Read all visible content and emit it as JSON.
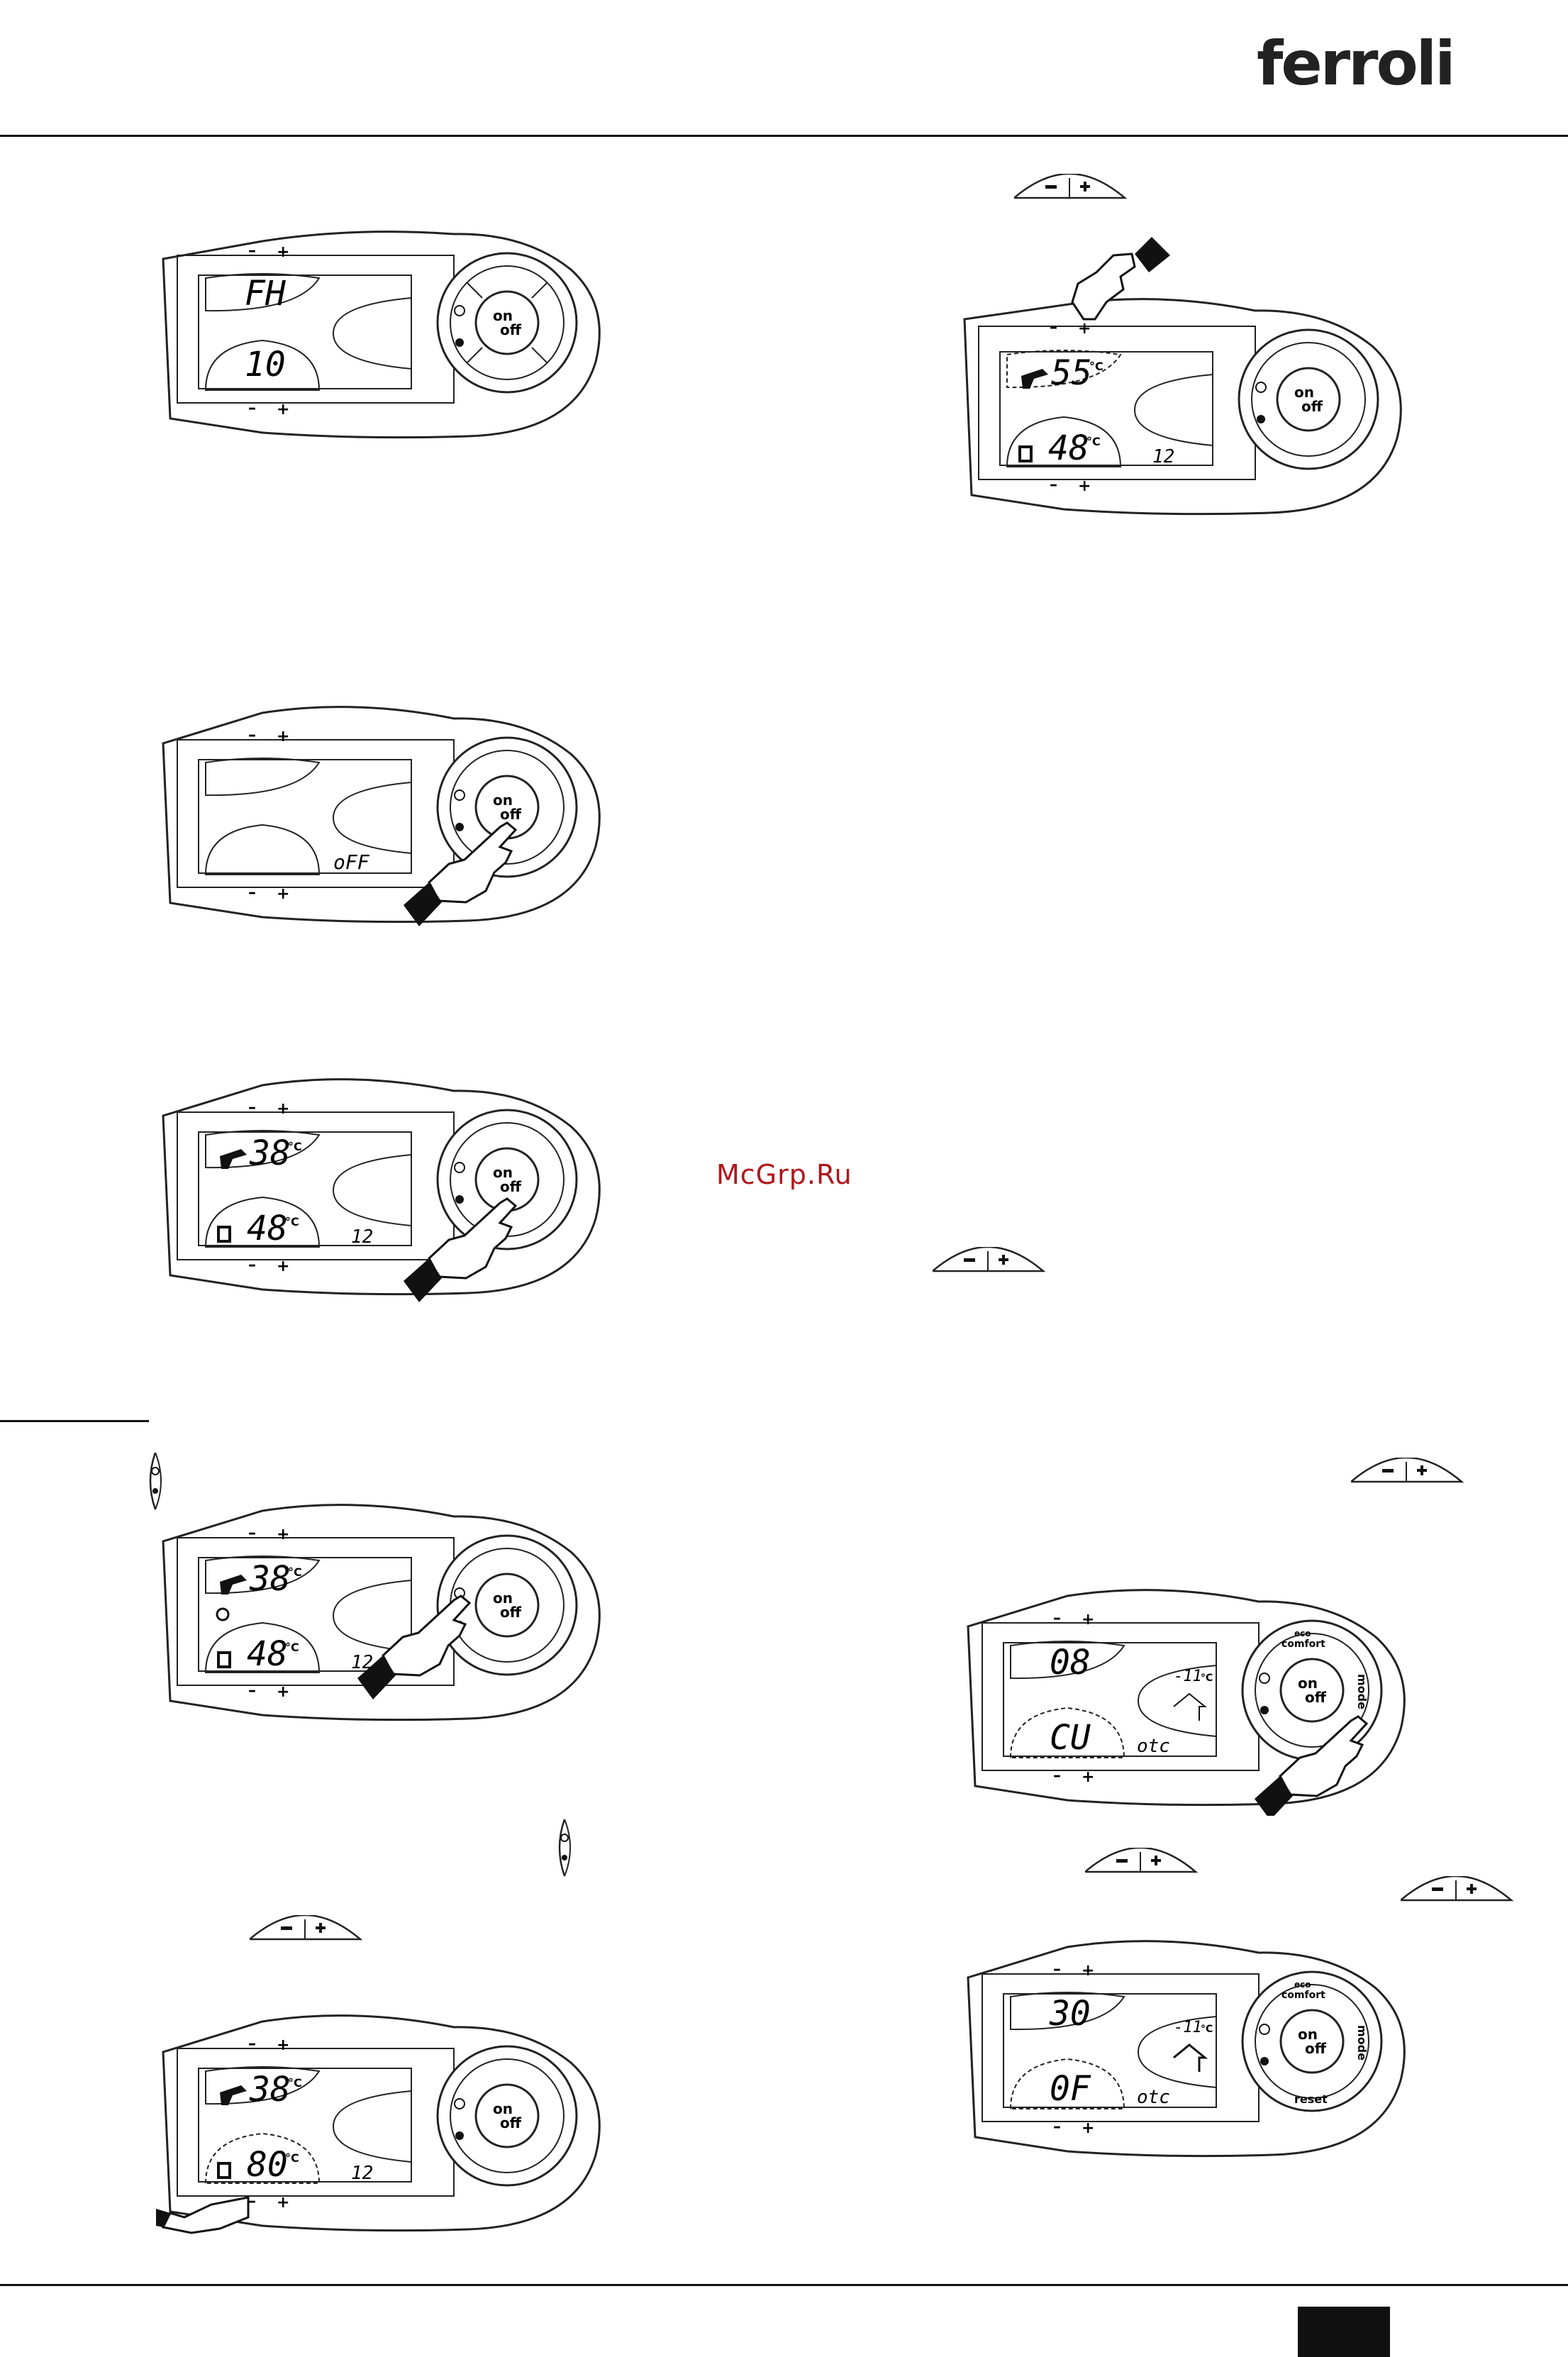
{
  "brand": "ferroli",
  "watermark": "McGrp.Ru",
  "keys": {
    "minus": "–",
    "plus": "+",
    "on": "on",
    "off": "off",
    "eco": "eco",
    "comfort": "comfort",
    "mode": "mode",
    "reset": "reset"
  },
  "units": {
    "celsius": "°C"
  },
  "panels": {
    "p1": {
      "top": "FH",
      "bottom": "10",
      "right": ""
    },
    "p2": {
      "top": "",
      "bottom": "",
      "right": "oFF"
    },
    "p3": {
      "top": "38",
      "bottom": "48",
      "right": "12"
    },
    "p4": {
      "top": "38",
      "bottom": "48",
      "right": "12"
    },
    "p5": {
      "top": "38",
      "bottom": "80",
      "right": "12"
    },
    "p6": {
      "top": "55",
      "bottom": "48",
      "right": "12"
    },
    "p7": {
      "top": "08",
      "bottom": "CU",
      "right": "otc",
      "outdoor": "-11"
    },
    "p8": {
      "top": "30",
      "bottom": "0F",
      "right": "otc",
      "outdoor": "-11"
    }
  }
}
